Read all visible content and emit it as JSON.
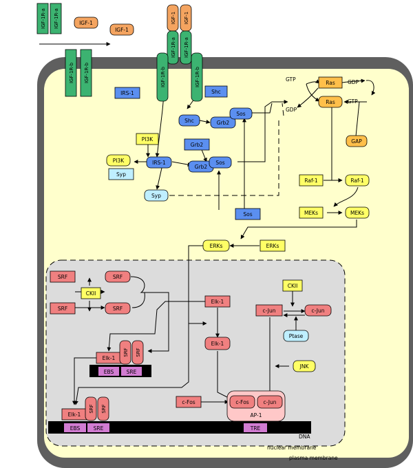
{
  "colors": {
    "plasma_membrane": "#5f5f5f",
    "cytoplasm": "#ffffcc",
    "nucleus": "#dcdcdc",
    "igf1r": "#3cb371",
    "igf1": "#f4a460",
    "adapter_blue": "#5b8ff0",
    "light_blue": "#bfefff",
    "yellow": "#ffff66",
    "orange": "#ffbf4a",
    "salmon": "#f08080",
    "pink": "#ffc8c8",
    "purple": "#d27cd2",
    "black": "#000000"
  },
  "labels": {
    "igf1r_a": "IGF-1R-a",
    "igf1r_b": "IGF-1R-b",
    "igf1": "IGF-1",
    "irs1": "IRS-1",
    "shc": "Shc",
    "grb2": "Grb2",
    "sos": "Sos",
    "pi3k": "PI3K",
    "syp": "Syp",
    "ras": "Ras",
    "gap": "GAP",
    "raf1": "Raf-1",
    "meks": "MEKs",
    "erks": "ERKs",
    "gtp": "GTP",
    "gdp": "GDP",
    "srf": "SRF",
    "ckii": "CKII",
    "elk1": "Elk-1",
    "cjun": "c-Jun",
    "cfos": "c-Fos",
    "ptase": "Ptase",
    "jnk": "JNK",
    "ebs": "EBS",
    "sre": "SRE",
    "tre": "TRE",
    "ap1": "AP-1",
    "dna": "DNA",
    "nuclear_membrane": "nuclear membrane",
    "plasma_membrane": "plasma membrane"
  }
}
